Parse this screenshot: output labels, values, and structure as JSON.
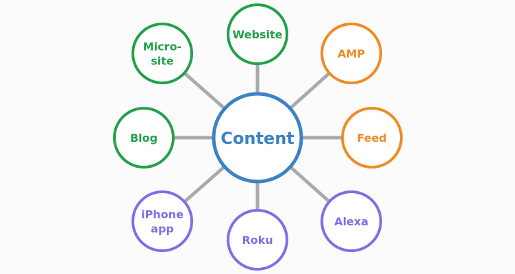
{
  "colors": {
    "green": "#22a04b",
    "orange": "#f08a24",
    "purple": "#7d70e6",
    "blue": "#3c82c4",
    "line": "#aaaaaa"
  },
  "center": {
    "label": "Content",
    "color": "blue"
  },
  "nodes": [
    {
      "lines": [
        "Website"
      ],
      "color": "green"
    },
    {
      "lines": [
        "AMP"
      ],
      "color": "orange"
    },
    {
      "lines": [
        "Feed"
      ],
      "color": "orange"
    },
    {
      "lines": [
        "Alexa"
      ],
      "color": "purple"
    },
    {
      "lines": [
        "Roku"
      ],
      "color": "purple"
    },
    {
      "lines": [
        "iPhone",
        "app"
      ],
      "color": "purple"
    },
    {
      "lines": [
        "Blog"
      ],
      "color": "green"
    },
    {
      "lines": [
        "Micro-",
        "site"
      ],
      "color": "green"
    }
  ]
}
